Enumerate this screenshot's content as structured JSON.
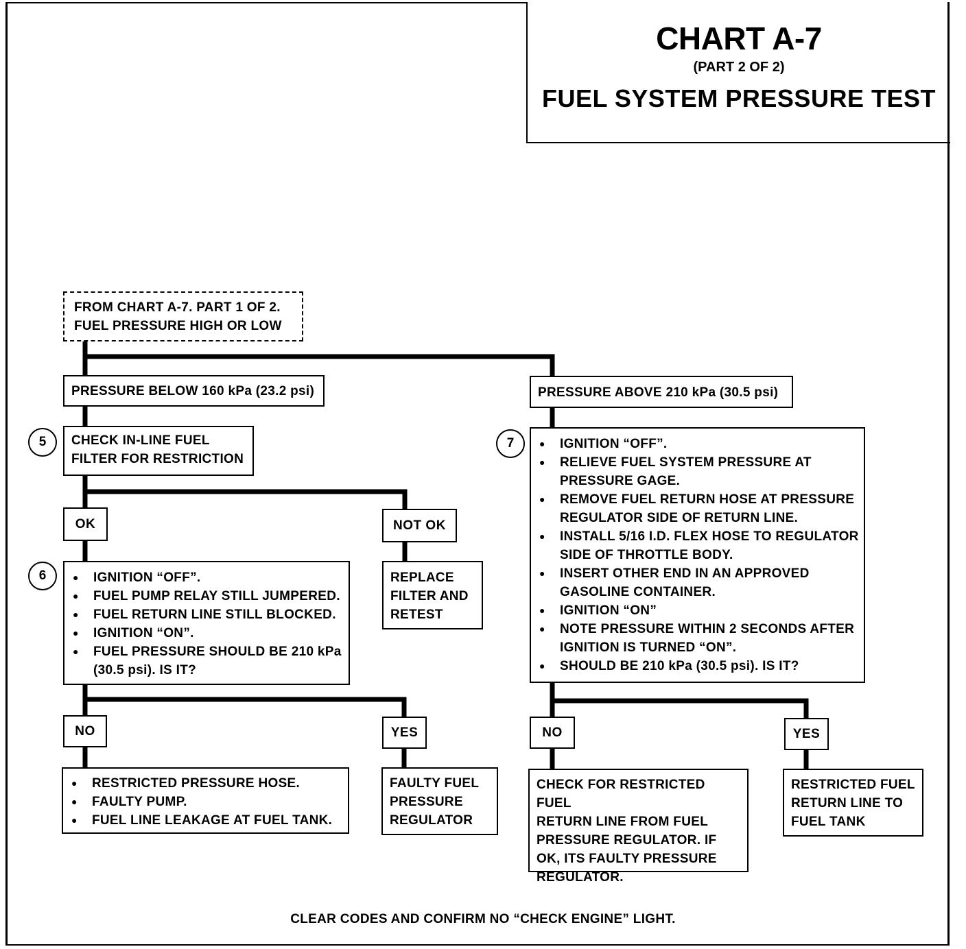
{
  "title": {
    "main": "CHART A-7",
    "part": "(PART 2 OF 2)",
    "sub": "FUEL SYSTEM PRESSURE TEST"
  },
  "start": "FROM CHART A-7. PART 1 OF 2.\nFUEL PRESSURE HIGH OR LOW",
  "left": {
    "condition": "PRESSURE BELOW 160 kPa (23.2 psi)",
    "step5": {
      "number": "5",
      "text": "CHECK IN-LINE FUEL\nFILTER FOR RESTRICTION"
    },
    "ok": "OK",
    "not_ok": "NOT OK",
    "replace": "REPLACE\nFILTER AND\nRETEST",
    "step6": {
      "number": "6",
      "items": [
        "IGNITION “OFF”.",
        "FUEL PUMP RELAY STILL JUMPERED.",
        "FUEL RETURN LINE STILL BLOCKED.",
        "IGNITION “ON”.",
        "FUEL PRESSURE SHOULD BE 210 kPa (30.5 psi).  IS IT?"
      ]
    },
    "no": "NO",
    "yes": "YES",
    "no_result": [
      "RESTRICTED PRESSURE HOSE.",
      "FAULTY PUMP.",
      "FUEL LINE LEAKAGE AT FUEL TANK."
    ],
    "yes_result": "FAULTY FUEL\nPRESSURE\nREGULATOR"
  },
  "right": {
    "condition": "PRESSURE ABOVE 210 kPa (30.5 psi)",
    "step7": {
      "number": "7",
      "items": [
        "IGNITION “OFF”.",
        "RELIEVE FUEL SYSTEM PRESSURE AT PRESSURE GAGE.",
        "REMOVE FUEL RETURN HOSE AT PRESSURE REGULATOR SIDE OF RETURN LINE.",
        "INSTALL 5/16 I.D. FLEX HOSE TO REGULATOR SIDE OF THROTTLE BODY.",
        "INSERT OTHER END IN AN APPROVED GASOLINE CONTAINER.",
        "IGNITION “ON”",
        "NOTE PRESSURE WITHIN 2 SECONDS AFTER IGNITION IS TURNED “ON”.",
        "SHOULD BE 210 kPa (30.5 psi).  IS IT?"
      ]
    },
    "no": "NO",
    "yes": "YES",
    "no_result": "CHECK FOR RESTRICTED FUEL\nRETURN LINE FROM FUEL\nPRESSURE REGULATOR.  IF\nOK, ITS FAULTY PRESSURE\nREGULATOR.",
    "yes_result": "RESTRICTED FUEL\nRETURN LINE TO\nFUEL TANK"
  },
  "footer": "CLEAR CODES AND CONFIRM NO “CHECK ENGINE” LIGHT."
}
